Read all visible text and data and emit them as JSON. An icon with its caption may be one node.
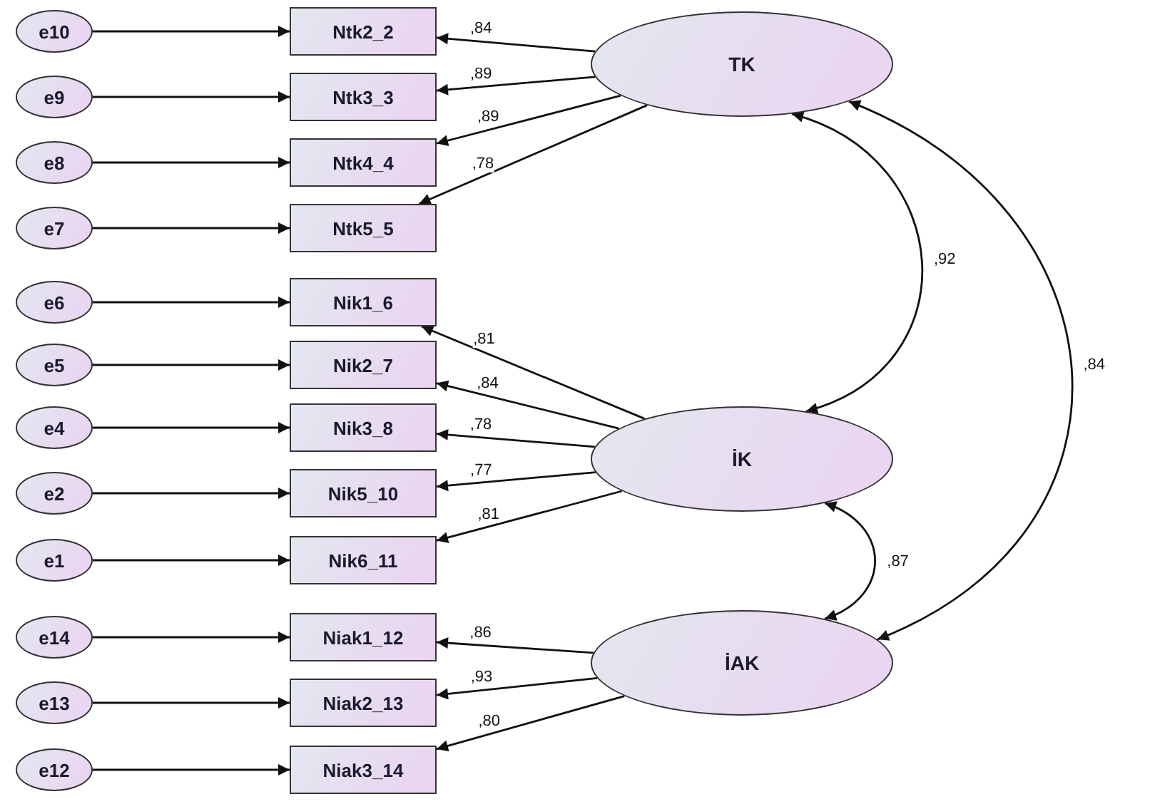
{
  "diagram": {
    "nodes": [
      {
        "text": [
          "e10"
        ]
      },
      {
        "text": [
          "Ntk2_2"
        ]
      },
      {
        "text": [
          "TK"
        ]
      },
      {
        "text": [
          "e9"
        ]
      },
      {
        "text": [
          "Ntk3_3"
        ]
      },
      {
        "text": [
          "e8"
        ]
      },
      {
        "text": [
          "Ntk4_4"
        ]
      },
      {
        "text": [
          "e7"
        ]
      },
      {
        "text": [
          "Ntk5_5"
        ]
      },
      {
        "text": [
          "e6"
        ]
      },
      {
        "text": [
          "Nik1_6"
        ]
      },
      {
        "text": [
          "e5"
        ]
      },
      {
        "text": [
          "Nik2_7"
        ]
      },
      {
        "text": [
          "e4"
        ]
      },
      {
        "text": [
          "Nik3_8"
        ]
      },
      {
        "text": [
          "İK"
        ]
      },
      {
        "text": [
          "e2"
        ]
      },
      {
        "text": [
          "Nik5_10"
        ]
      },
      {
        "text": [
          "e1"
        ]
      },
      {
        "text": [
          "Nik6_11"
        ]
      },
      {
        "text": [
          "e14"
        ]
      },
      {
        "text": [
          "Niak1_12"
        ]
      },
      {
        "text": [
          "İAK"
        ]
      },
      {
        "text": [
          "e13"
        ]
      },
      {
        "text": [
          "Niak2_13"
        ]
      },
      {
        "text": [
          "e12"
        ]
      },
      {
        "text": [
          "Niak3_14"
        ]
      }
    ],
    "edges": [
      {
        "from": 0,
        "to": 1,
        "arrow": "to"
      },
      {
        "from": 3,
        "to": 4,
        "arrow": "to"
      },
      {
        "from": 5,
        "to": 6,
        "arrow": "to"
      },
      {
        "from": 7,
        "to": 8,
        "arrow": "to"
      },
      {
        "from": 9,
        "to": 10,
        "arrow": "to"
      },
      {
        "from": 11,
        "to": 12,
        "arrow": "to"
      },
      {
        "from": 13,
        "to": 14,
        "arrow": "to"
      },
      {
        "from": 16,
        "to": 17,
        "arrow": "to"
      },
      {
        "from": 18,
        "to": 19,
        "arrow": "to"
      },
      {
        "from": 20,
        "to": 21,
        "arrow": "to"
      },
      {
        "from": 23,
        "to": 24,
        "arrow": "to"
      },
      {
        "from": 25,
        "to": 26,
        "arrow": "to"
      },
      {
        "from": 2,
        "to": 1,
        "arrow": "to",
        "label": ",84"
      },
      {
        "from": 2,
        "to": 4,
        "arrow": "to",
        "label": ",89"
      },
      {
        "from": 2,
        "to": 6,
        "arrow": "to",
        "label": ",89"
      },
      {
        "from": 2,
        "to": 8,
        "arrow": "to",
        "label": ",78"
      },
      {
        "from": 15,
        "to": 10,
        "arrow": "to",
        "label": ",81"
      },
      {
        "from": 15,
        "to": 12,
        "arrow": "to",
        "label": ",84"
      },
      {
        "from": 15,
        "to": 14,
        "arrow": "to",
        "label": ",78"
      },
      {
        "from": 15,
        "to": 17,
        "arrow": "to",
        "label": ",77"
      },
      {
        "from": 15,
        "to": 19,
        "arrow": "to",
        "label": ",81"
      },
      {
        "from": 22,
        "to": 21,
        "arrow": "to",
        "label": ",86"
      },
      {
        "from": 22,
        "to": 24,
        "arrow": "to",
        "label": ",93"
      },
      {
        "from": 22,
        "to": 26,
        "arrow": "to",
        "label": ",80"
      },
      {
        "from": 2,
        "to": 15,
        "arrow": "both",
        "label": ",92"
      },
      {
        "from": 2,
        "to": 22,
        "arrow": "both",
        "label": ",84"
      },
      {
        "from": 15,
        "to": 22,
        "arrow": "both",
        "label": ",87"
      }
    ]
  }
}
